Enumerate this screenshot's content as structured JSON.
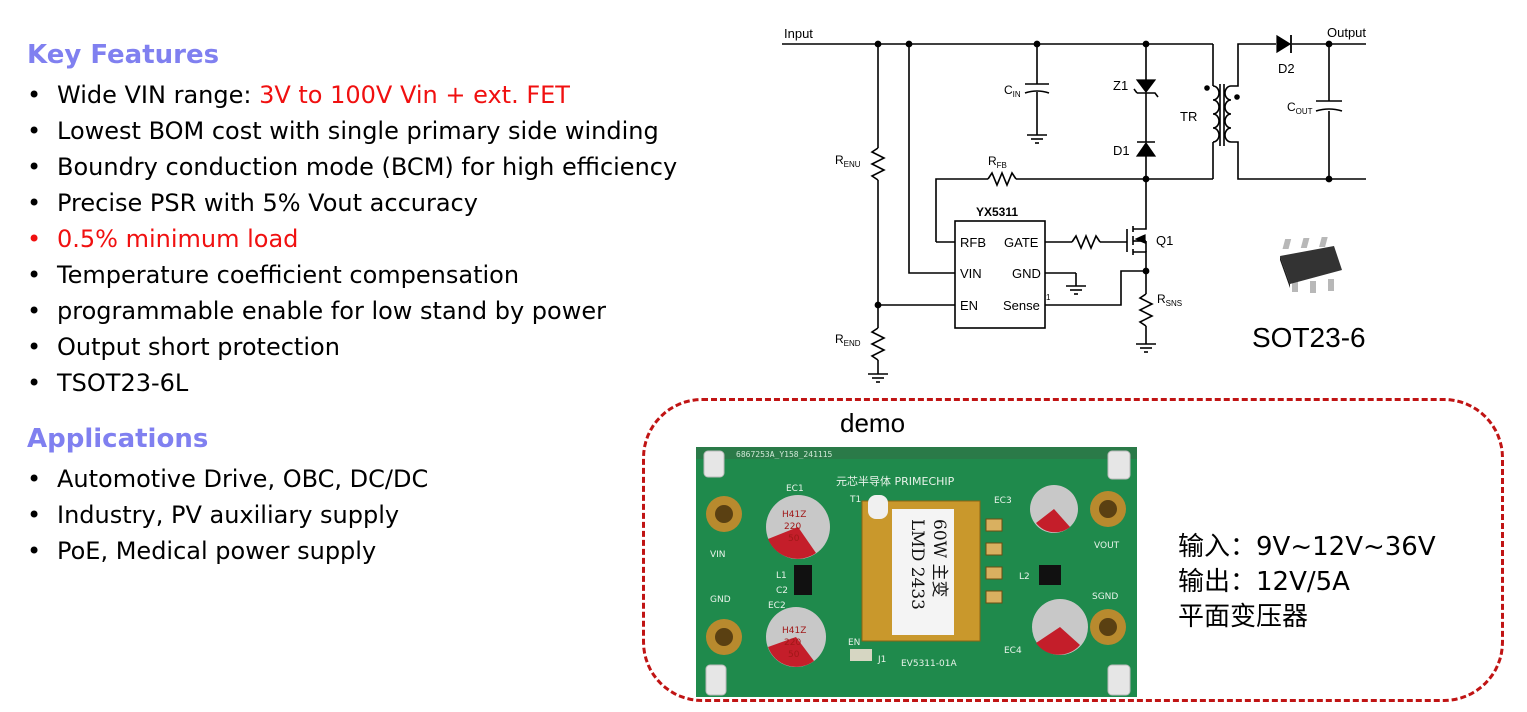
{
  "key_features": {
    "title": "Key Features",
    "items": [
      {
        "text": "Wide VIN range: ",
        "highlight": "3V to 100V Vin + ext. FET"
      },
      {
        "text": "Lowest BOM cost with single primary side winding"
      },
      {
        "text": "Boundry conduction mode (BCM) for high efficiency"
      },
      {
        "text": "Precise PSR with 5% Vout accuracy"
      },
      {
        "text": "0.5% minimum load",
        "all_red": true
      },
      {
        "text": "Temperature coefficient compensation"
      },
      {
        "text": "programmable enable for low stand by power"
      },
      {
        "text": "Output short protection"
      },
      {
        "text": "TSOT23-6L"
      }
    ]
  },
  "applications": {
    "title": "Applications",
    "items": [
      "Automotive Drive, OBC, DC/DC",
      "Industry, PV auxiliary supply",
      "PoE, Medical power supply"
    ]
  },
  "schematic": {
    "input_label": "Input",
    "output_label": "Output",
    "ic_name": "YX5311",
    "pins_left": [
      "RFB",
      "VIN",
      "EN"
    ],
    "pins_right": [
      "GATE",
      "GND",
      "Sense"
    ],
    "pin1_marker": "1",
    "components": {
      "cin": {
        "main": "C",
        "sub": "IN"
      },
      "cout": {
        "main": "C",
        "sub": "OUT"
      },
      "renu": {
        "main": "R",
        "sub": "ENU"
      },
      "rend": {
        "main": "R",
        "sub": "END"
      },
      "rfb": {
        "main": "R",
        "sub": "FB"
      },
      "rsns": {
        "main": "R",
        "sub": "SNS"
      },
      "z1": "Z1",
      "d1": "D1",
      "d2": "D2",
      "tr": "TR",
      "q1": "Q1"
    }
  },
  "package": {
    "label": "SOT23-6"
  },
  "demo": {
    "label": "demo",
    "board": {
      "serial": "6867253A_Y158_241115",
      "brand": "元芯半导体 PRIMECHIP",
      "model": "EV5311-01A",
      "transformer_text": [
        "60W 主变",
        "LMD 2433"
      ],
      "cap_marking": [
        "H41Z",
        "220",
        "50"
      ],
      "labels": {
        "vin": "VIN",
        "gnd": "GND",
        "vout": "VOUT",
        "sgnd": "SGND",
        "en": "EN",
        "ec1": "EC1",
        "ec2": "EC2",
        "ec3": "EC3",
        "ec4": "EC4",
        "t1": "T1",
        "l1": "L1",
        "l2": "L2",
        "c2": "C2",
        "j1": "J1"
      }
    },
    "specs": [
      "输入：9V~12V~36V",
      "输出：12V/5A",
      "平面变压器"
    ]
  },
  "colors": {
    "heading": "#8080f0",
    "highlight_red": "#f01010",
    "demo_border": "#c01414",
    "pcb_green": "#1f8a4c"
  }
}
